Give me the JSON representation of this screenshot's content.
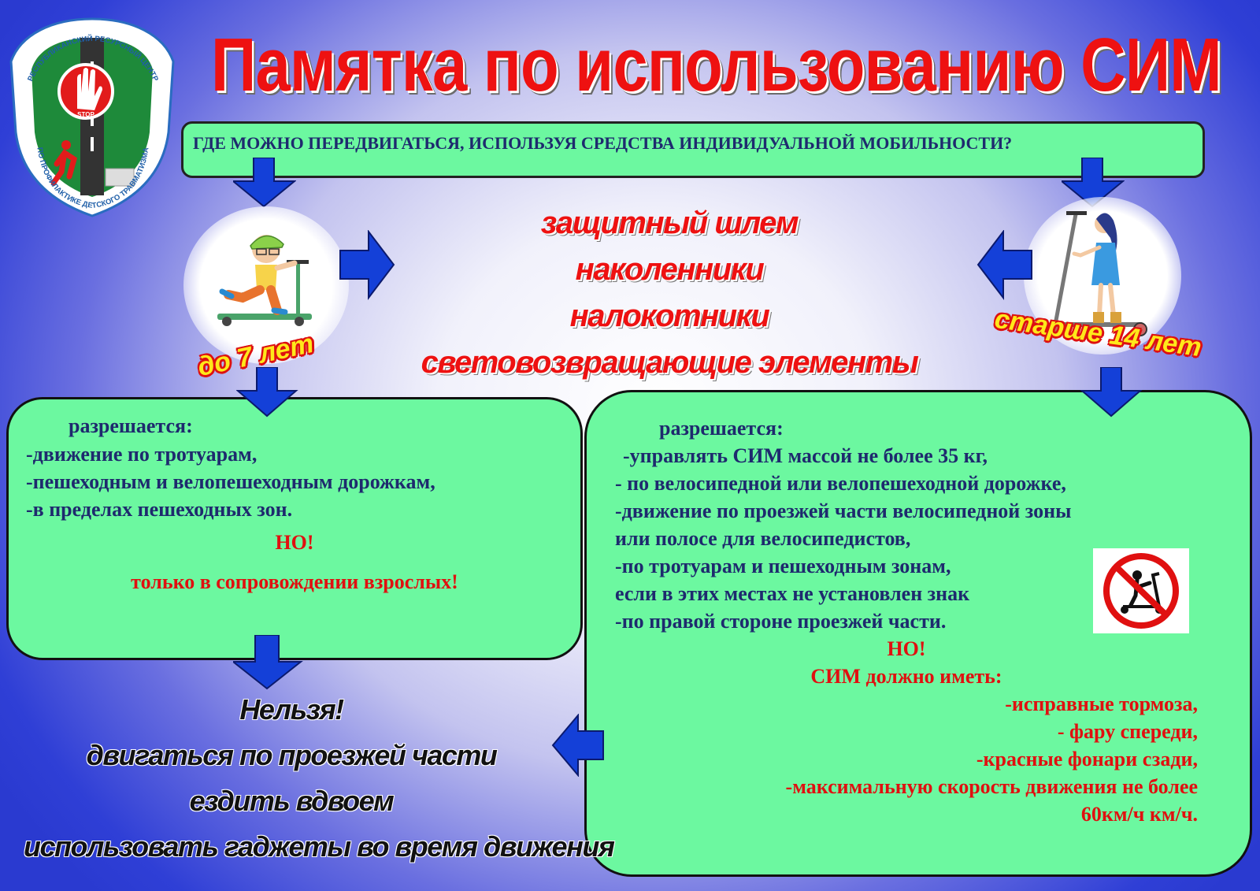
{
  "title": "Памятка по использованию СИМ",
  "logo": {
    "top_arc": "РЕСПУБЛИКАНСКИЙ РЕСУРСНЫЙ ЦЕНТР",
    "bottom_arc": "ПО ПРОФИЛАКТИКЕ ДЕТСКОГО ТРАВМАТИЗМА",
    "stop_text": "STOP"
  },
  "question": "ГДЕ МОЖНО ПЕРЕДВИГАТЬСЯ, ИСПОЛЬЗУЯ СРЕДСТВА ИНДИВИДУАЛЬНОЙ МОБИЛЬНОСТИ?",
  "gear": [
    "защитный шлем",
    "наколенники",
    "налокотники",
    "световозвращающие элементы"
  ],
  "age_left": "до 7 лет",
  "age_right": "старше 14 лет",
  "left_panel": {
    "heading": "разрешается:",
    "items": [
      "-движение по тротуарам,",
      "-пешеходным и велопешеходным дорожкам,",
      "-в пределах пешеходных зон."
    ],
    "but": "НО!",
    "note": "только в сопровождении взрослых!"
  },
  "right_panel": {
    "heading": "разрешается:",
    "items": [
      "-управлять СИМ массой не более 35 кг,",
      "- по велосипедной или велопешеходной дорожке,",
      "-движение по проезжей части велосипедной зоны",
      "или полосе для велосипедистов,",
      "-по тротуарам и пешеходным зонам,",
      "если в этих местах не установлен знак",
      "-по правой стороне проезжей части."
    ],
    "but": "НО!",
    "must_heading": "СИМ должно иметь:",
    "must_items": [
      "-исправные тормоза,",
      "- фару спереди,",
      "-красные фонари сзади,",
      "-максимальную скорость движения не более",
      "60км/ч км/ч."
    ]
  },
  "forbidden": {
    "heading": "Нельзя!",
    "items": [
      "двигаться по проезжей части",
      "ездить вдвоем",
      "использовать гаджеты во время движения"
    ]
  },
  "colors": {
    "panel": "#6cf8a0",
    "arrow": "#1440d8",
    "title": "#ee1111",
    "text": "#1e2a6e"
  }
}
